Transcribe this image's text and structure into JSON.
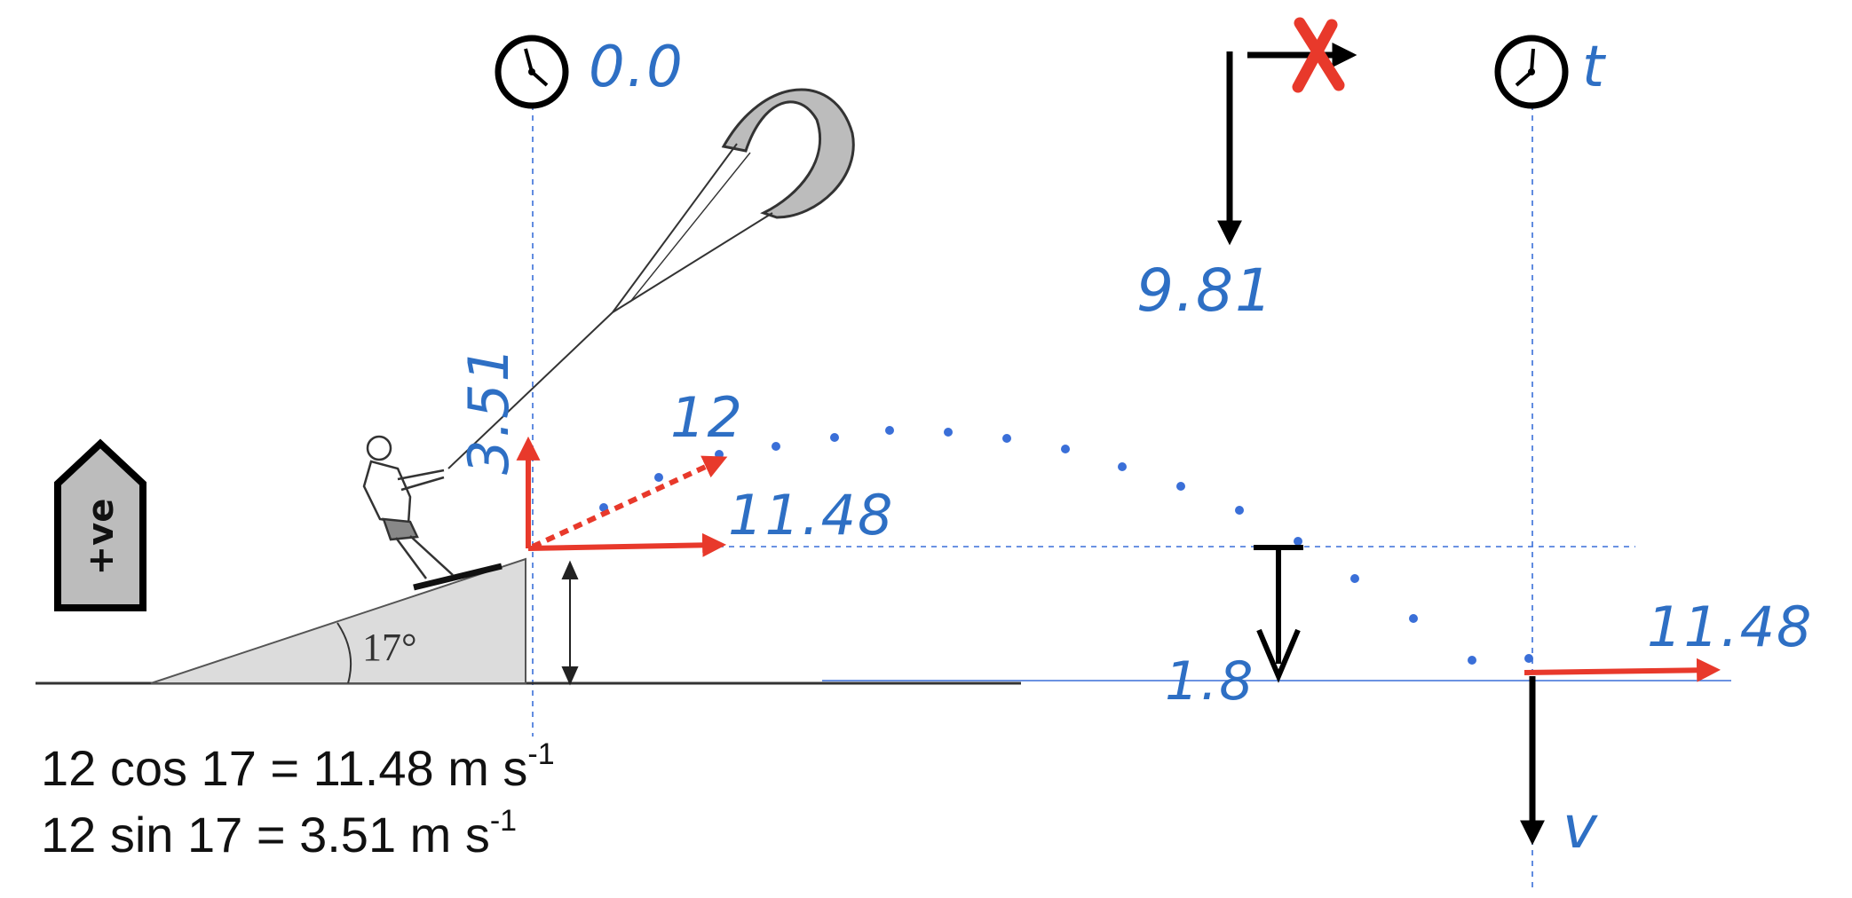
{
  "labels": {
    "t0_time": "0.0",
    "t_time": "t",
    "gravity": "9.81",
    "launch_speed": "12",
    "vertical_speed": "3.51",
    "horizontal_speed_launch": "11.48",
    "horizontal_speed_landing": "11.48",
    "drop_height": "1.8",
    "final_velocity": "v",
    "ramp_angle": "17°",
    "positive_direction": "+ve"
  },
  "equations": [
    {
      "text": "12 cos 17 = 11.48 m s",
      "superscript": "-1"
    },
    {
      "text": "12 sin 17 = 3.51 m s",
      "superscript": "-1"
    }
  ],
  "colors": {
    "handwriting": "#2e6fc4",
    "velocity_arrow": "#e8392b",
    "force_arrow": "#000000",
    "cross": "#e8392b",
    "ramp_fill": "#dcdcdc",
    "guide_line": "#3a6fd8"
  },
  "icons": [
    "clock-icon",
    "clock-icon",
    "cross-icon",
    "kite-icon",
    "kitesurfer-icon"
  ]
}
